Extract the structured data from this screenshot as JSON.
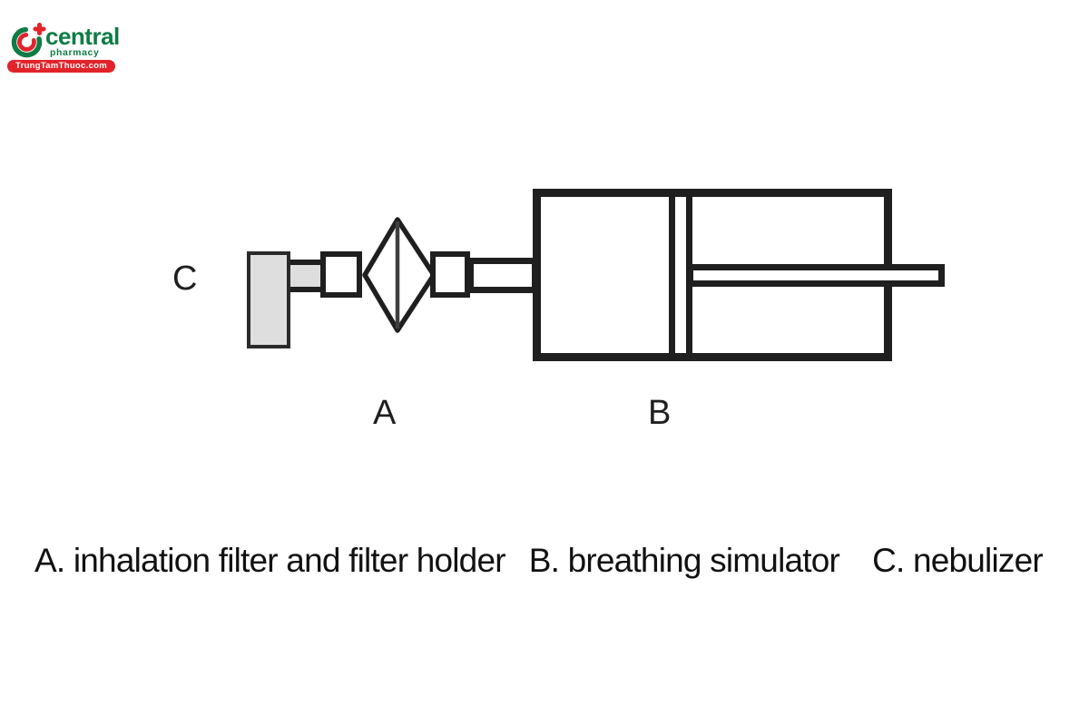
{
  "logo": {
    "brand": "central",
    "subtitle": "pharmacy",
    "tagline": "TrungTamThuoc.com",
    "colors": {
      "green": "#0e7c44",
      "red": "#e2232a"
    }
  },
  "diagram": {
    "label_a": "A",
    "label_b": "B",
    "label_c": "C",
    "colors": {
      "line": "#1f1f1f",
      "gray_fill": "#dedede"
    },
    "parts": [
      {
        "key": "A",
        "name": "inhalation filter and filter holder"
      },
      {
        "key": "B",
        "name": "breathing simulator"
      },
      {
        "key": "C",
        "name": "nebulizer"
      }
    ]
  },
  "caption": {
    "item_a": "A. inhalation filter and filter holder",
    "item_b": "B. breathing simulator",
    "item_c": "C. nebulizer"
  }
}
